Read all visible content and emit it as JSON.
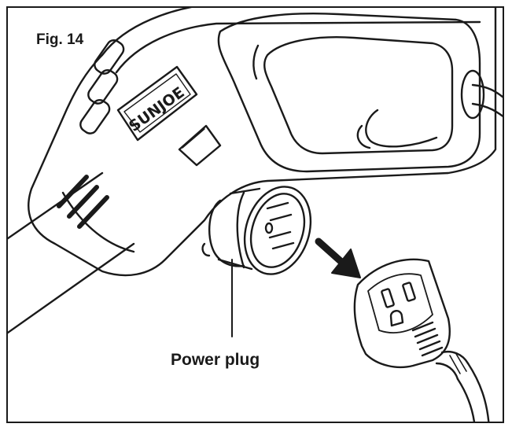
{
  "figure": {
    "label": "Fig. 14",
    "callout": "Power plug",
    "brand": "SUNJOE"
  },
  "colors": {
    "line": "#1a1a1a",
    "background": "#ffffff",
    "arrow": "#1a1a1a"
  },
  "icons": {
    "arrow": "arrow-down-right-icon"
  }
}
